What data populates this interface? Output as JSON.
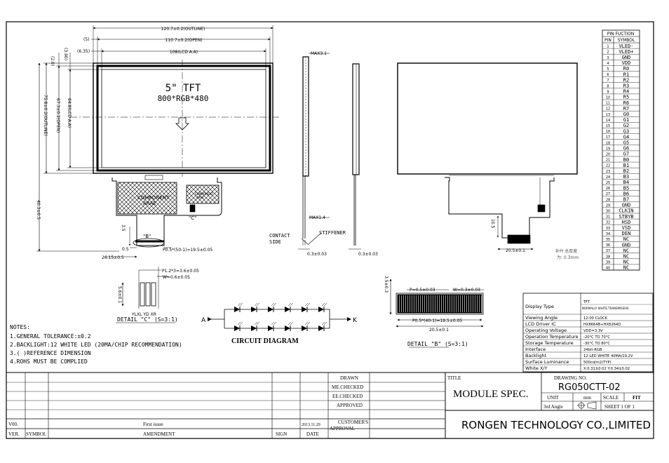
{
  "front": {
    "title_size": "5\" TFT",
    "title_res": "800*RGB*480",
    "dim_outline_w": "120.7±0.2(OUTLINE)",
    "dim_open_w": "110.7±0.2(OPEN)",
    "dim_aa_w": "108(LCD A.A)",
    "dim_5": "(5)",
    "dim_635": "(6.35)",
    "dim_20": "(2.0)",
    "dim_390": "(3.90)",
    "dim_outline_h": "75.8±0.2(OUTLINE)",
    "dim_open_h": "67.3±0.2(OPEN)",
    "dim_aa_h": "64.8(LCD A.A)",
    "dim_fpc_len": "40.3±0.5",
    "dim_35": "3.5",
    "dim_05": "0.5",
    "dim_2615": "26.15±0.5",
    "dim_pitch": "P0.5*(50-1)=19.5±0.05",
    "label_b": "\"B\"",
    "label_c": "\"C\"",
    "component_text": "COMPONENT\nARAE",
    "component_small": "COMPONENT\nARAE"
  },
  "side": {
    "max31": "MAX3.1",
    "max14": "MAX1.4",
    "contact": "CONTACT\nSIDE",
    "stiffener": "STIFFENER",
    "t1": "0.3±0.03",
    "t2": "0.3±0.03"
  },
  "back": {
    "dim_105": "10.5",
    "dim_205": "20.5±0.1",
    "note_cn": "补PI 总厚度\n为: 0.3mm"
  },
  "detail_c": {
    "title": "DETAIL \"C\" (S=3:1)",
    "pitch": "P1.2*3=3.6±0.05",
    "width": "W=0.6±0.05",
    "height": "5.6±0.1",
    "pins": "YLXL YD XR"
  },
  "circuit": {
    "title": "CIRCUIT  DIAGRAM",
    "anode": "A",
    "cathode": "K"
  },
  "detail_b": {
    "title": "DETAIL \"B\" (S=3:1)",
    "p": "P=0.5±0.03",
    "w": "W=0.3±0.03",
    "h": "3.5±0.3",
    "pitch": "P0.5*(40-1)=19.5±0.05",
    "total": "20.5±0.1"
  },
  "notes": {
    "heading": "NOTES:",
    "items": [
      "1.GENERAL TOLERANCE:±0.2",
      "2.BACKLIGHT:12 WHITE LED (20MA/CHIP RECOMMENDATION)",
      "3.( )REFERENCE DIMENSION",
      "4.ROHS MUST BE COMPLIED"
    ]
  },
  "pin_table": {
    "title": "PIN FUCTION",
    "header_pin": "PIN",
    "header_symbol": "SYMBOL",
    "rows": [
      [
        "1",
        "VLED-"
      ],
      [
        "2",
        "VLED+"
      ],
      [
        "3",
        "GND"
      ],
      [
        "4",
        "VDD"
      ],
      [
        "5",
        "R0"
      ],
      [
        "6",
        "R1"
      ],
      [
        "7",
        "R2"
      ],
      [
        "8",
        "R3"
      ],
      [
        "9",
        "R4"
      ],
      [
        "10",
        "R5"
      ],
      [
        "11",
        "R6"
      ],
      [
        "12",
        "R7"
      ],
      [
        "13",
        "G0"
      ],
      [
        "14",
        "G1"
      ],
      [
        "15",
        "G2"
      ],
      [
        "16",
        "G3"
      ],
      [
        "17",
        "G4"
      ],
      [
        "18",
        "G5"
      ],
      [
        "19",
        "G6"
      ],
      [
        "20",
        "G7"
      ],
      [
        "21",
        "B0"
      ],
      [
        "22",
        "B1"
      ],
      [
        "23",
        "B2"
      ],
      [
        "24",
        "B3"
      ],
      [
        "25",
        "B4"
      ],
      [
        "26",
        "B5"
      ],
      [
        "27",
        "B6"
      ],
      [
        "28",
        "B7"
      ],
      [
        "29",
        "GND"
      ],
      [
        "30",
        "CLKIN"
      ],
      [
        "31",
        "STBYB"
      ],
      [
        "32",
        "HSD"
      ],
      [
        "33",
        "VSD"
      ],
      [
        "34",
        "DEN"
      ],
      [
        "35",
        "NC"
      ],
      [
        "36",
        "GND"
      ],
      [
        "37",
        "NC"
      ],
      [
        "38",
        "NC"
      ],
      [
        "39",
        "NC"
      ],
      [
        "40",
        "NC"
      ]
    ]
  },
  "spec_table": {
    "rows": [
      [
        "Display Type",
        "TFT\nNORMALLY WHITE,TRANSMISSIVE"
      ],
      [
        "Viewing Angle",
        "12:00 CLOCK"
      ],
      [
        "LCD Driver IC",
        "HX8664B+HX8264D"
      ],
      [
        "Operating Voltage",
        "VDD=3.3V"
      ],
      [
        "Operation Temperature",
        "-20°C TO 70°C"
      ],
      [
        "Storage Temperature",
        "-30°C TO 80°C"
      ],
      [
        "Interface",
        "24bit-RGB"
      ],
      [
        "Backlight",
        "12-LED WHITE    40MA/19.2V"
      ],
      [
        "Surface Luminance",
        "500cd/m2(TYP)"
      ],
      [
        "White X/Y",
        "X:0.31±0.02   Y:0.34±0.02"
      ]
    ]
  },
  "title_block": {
    "drawn": "DRAWN",
    "mechecked": "ME.CHECKED",
    "eechecked": "EE.CHECKED",
    "approved": "APPROVED",
    "customer": "CUSTOMER'S\nAPPROVAL",
    "title_label": "TITLE",
    "title_value": "MODULE  SPEC.",
    "drawing_no_label": "DRAWING  NO.",
    "drawing_no": "RG050CTT-02",
    "unit_label": "UNIT",
    "unit_value": "mm",
    "scale_label": "SCALE",
    "scale_value": "FIT",
    "angle": "3rd Angle",
    "sheet": "SHEET  1  OF  1",
    "company": "RONGEN TECHNOLOGY CO.,LIMITED",
    "rev_ver": "V00.",
    "rev_desc": "First issue",
    "rev_date": "2013.11.29",
    "hdr_ver": "VER.",
    "hdr_symbol": "SYMBOL",
    "hdr_amend": "AMENDMENT",
    "hdr_sign": "SIGN",
    "hdr_date": "DATE"
  }
}
